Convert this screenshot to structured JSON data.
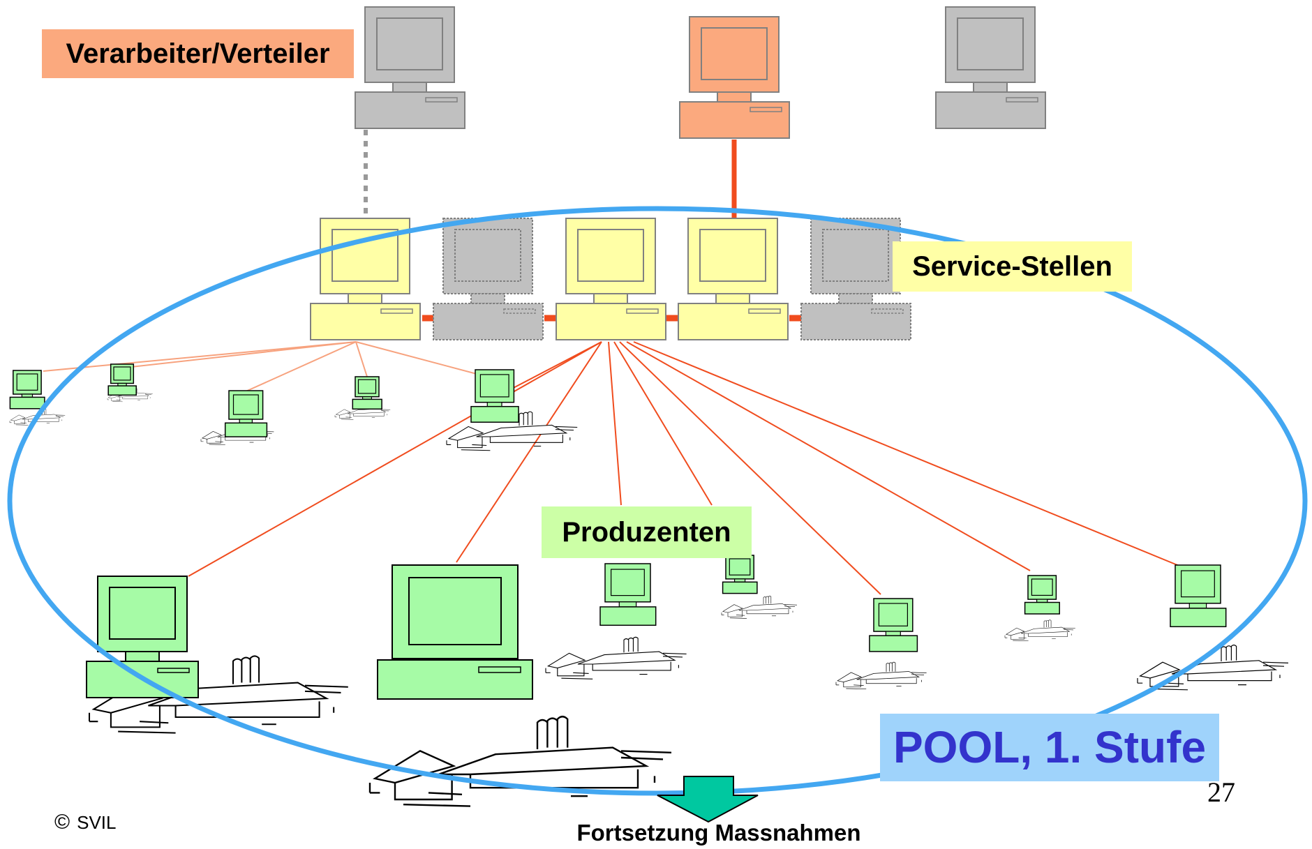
{
  "labels": {
    "verarbeiter": "Verarbeiter/Verteiler",
    "service": "Service-Stellen",
    "produzenten": "Produzenten",
    "pool": "POOL, 1. Stufe",
    "fortsetzung": "Fortsetzung Massnahmen"
  },
  "footer": {
    "copyright_symbol": "©",
    "copyright_owner": "SVIL",
    "page_number": "27"
  },
  "colors": {
    "processor_gray": "#c0c0c0",
    "processor_orange": "#fba97e",
    "service_yellow": "#ffffa6",
    "service_gray": "#c0c0c0",
    "producer_green": "#a6fba6",
    "pool_ellipse": "#43a7f1",
    "link_red": "#f04c1e",
    "arrow_teal": "#00c8a0"
  },
  "icons": [
    "computer-icon",
    "farm-icon",
    "arrow-down-icon"
  ]
}
